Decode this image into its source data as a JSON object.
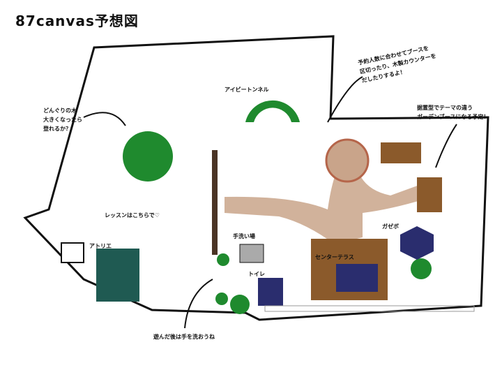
{
  "title": "87canvas予想図",
  "notes": {
    "booth": [
      "予約人数に合わせてブースを",
      "区切ったり、木製カウンターを",
      "だしたりするよ！"
    ],
    "garden": [
      "据置型でテーマの違う",
      "ガーデンブースになる予定！"
    ],
    "acorn": [
      "どんぐりの木",
      "大きくなったら",
      "登れるか？"
    ],
    "wash": "遊んだ後は手を洗おうね",
    "lesson": "レッスンはこちらで♡"
  },
  "places": {
    "ivy_tunnel": "アイビートンネル",
    "atelier": "アトリエ",
    "handwash": "手洗い場",
    "toilet": "トイレ",
    "center_terrace": "センターテラス",
    "gazebo": "ガゼボ"
  },
  "colors": {
    "tree": "#1f8a2e",
    "path": "#c9a48a",
    "brick": "#b5654a",
    "wood": "#8b5a2b",
    "navy": "#2a2d6e",
    "atelier": "#1f5a52"
  }
}
